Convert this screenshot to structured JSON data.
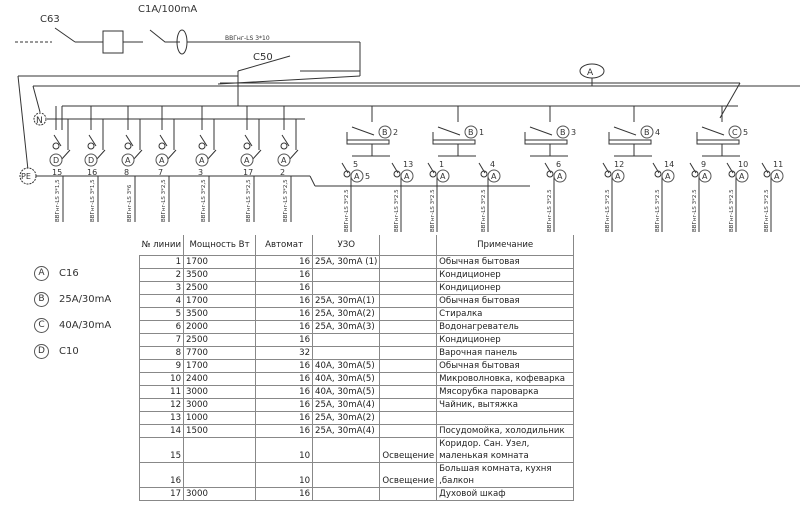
{
  "diagram": {
    "main_breaker": "C63",
    "main_rcd": "C1A/100mA",
    "breaker_c50": "C50",
    "input_cable": "ВВГнг-LS 3*10",
    "neutral": "N",
    "pe": "PE",
    "meter": "A",
    "left_breakers": [
      {
        "type": "D",
        "line": "15",
        "cable": "ВВГнг-LS 3*1,5"
      },
      {
        "type": "D",
        "line": "16",
        "cable": "ВВГнг-LS 3*1,5"
      },
      {
        "type": "A",
        "line": "8",
        "cable": "ВВГнг-LS 3*6"
      },
      {
        "type": "A",
        "line": "7",
        "cable": "ВВГнг-LS 3*2,5"
      },
      {
        "type": "A",
        "line": "3",
        "cable": "ВВГнг-LS 3*2,5"
      },
      {
        "type": "A",
        "line": "17",
        "cable": "ВВГнг-LS 3*2,5"
      },
      {
        "type": "A",
        "line": "2",
        "cable": "ВВГнг-LS 3*2,5"
      }
    ],
    "rcds": [
      {
        "type": "B",
        "num": "2"
      },
      {
        "type": "B",
        "num": "1"
      },
      {
        "type": "B",
        "num": "3"
      },
      {
        "type": "B",
        "num": "4"
      },
      {
        "type": "C",
        "num": "5"
      }
    ],
    "right_breakers": [
      {
        "type": "A",
        "line": "5",
        "cable": "ВВГнг-LS 3*2.5",
        "extra": "5"
      },
      {
        "type": "A",
        "line": "13",
        "cable": "ВВГнг-LS 3*2.5"
      },
      {
        "type": "A",
        "line": "1",
        "cable": "ВВГнг-LS 3*2.5"
      },
      {
        "type": "A",
        "line": "4",
        "cable": "ВВГнг-LS 3*2.5"
      },
      {
        "type": "A",
        "line": "6",
        "cable": "ВВГнг-LS 3*2.5"
      },
      {
        "type": "A",
        "line": "12",
        "cable": "ВВГнг-LS 3*2.5"
      },
      {
        "type": "A",
        "line": "14",
        "cable": "ВВГнг-LS 3*2.5"
      },
      {
        "type": "A",
        "line": "9",
        "cable": "ВВГнг-LS 3*2.5"
      },
      {
        "type": "A",
        "line": "10",
        "cable": "ВВГнг-LS 3*2.5"
      },
      {
        "type": "A",
        "line": "11",
        "cable": "ВВГнг-LS 3*2.5"
      }
    ]
  },
  "legend": [
    {
      "symbol": "A",
      "text": "C16"
    },
    {
      "symbol": "B",
      "text": "25A/30mA"
    },
    {
      "symbol": "C",
      "text": "40A/30mA"
    },
    {
      "symbol": "D",
      "text": "C10"
    }
  ],
  "table": {
    "headers": [
      "№ линии",
      "Мощность Вт",
      "Автомат",
      "УЗО",
      "",
      "Примечание"
    ],
    "rows": [
      [
        "1",
        "1700",
        "16",
        "25A, 30mA (1)",
        "",
        "Обычная бытовая"
      ],
      [
        "2",
        "3500",
        "16",
        "",
        "",
        "Кондиционер"
      ],
      [
        "3",
        "2500",
        "16",
        "",
        "",
        "Кондиционер"
      ],
      [
        "4",
        "1700",
        "16",
        "25A, 30mA(1)",
        "",
        "Обычная бытовая"
      ],
      [
        "5",
        "3500",
        "16",
        "25A, 30mA(2)",
        "",
        "Стиралка"
      ],
      [
        "6",
        "2000",
        "16",
        "25A, 30mA(3)",
        "",
        "Водонагреватель"
      ],
      [
        "7",
        "2500",
        "16",
        "",
        "",
        "Кондиционер"
      ],
      [
        "8",
        "7700",
        "32",
        "",
        "",
        "Варочная панель"
      ],
      [
        "9",
        "1700",
        "16",
        "40A, 30mA(5)",
        "",
        "Обычная бытовая"
      ],
      [
        "10",
        "2400",
        "16",
        "40A, 30mA(5)",
        "",
        "Микроволновка, кофеварка"
      ],
      [
        "11",
        "3000",
        "16",
        "40A, 30mA(5)",
        "",
        "Мясорубка пароварка"
      ],
      [
        "12",
        "3000",
        "16",
        "25A, 30mA(4)",
        "",
        "Чайник, вытяжка"
      ],
      [
        "13",
        "1000",
        "16",
        "25A, 30mA(2)",
        "",
        ""
      ],
      [
        "14",
        "1500",
        "16",
        "25A, 30mA(4)",
        "",
        "Посудомойка, холодильник"
      ],
      [
        "15",
        "",
        "10",
        "",
        "Освещение",
        "Коридор. Сан. Узел, маленькая комната"
      ],
      [
        "16",
        "",
        "10",
        "",
        "Освещение",
        "Большая комната, кухня ,балкон"
      ],
      [
        "17",
        "3000",
        "16",
        "",
        "",
        "Духовой шкаф"
      ]
    ]
  }
}
